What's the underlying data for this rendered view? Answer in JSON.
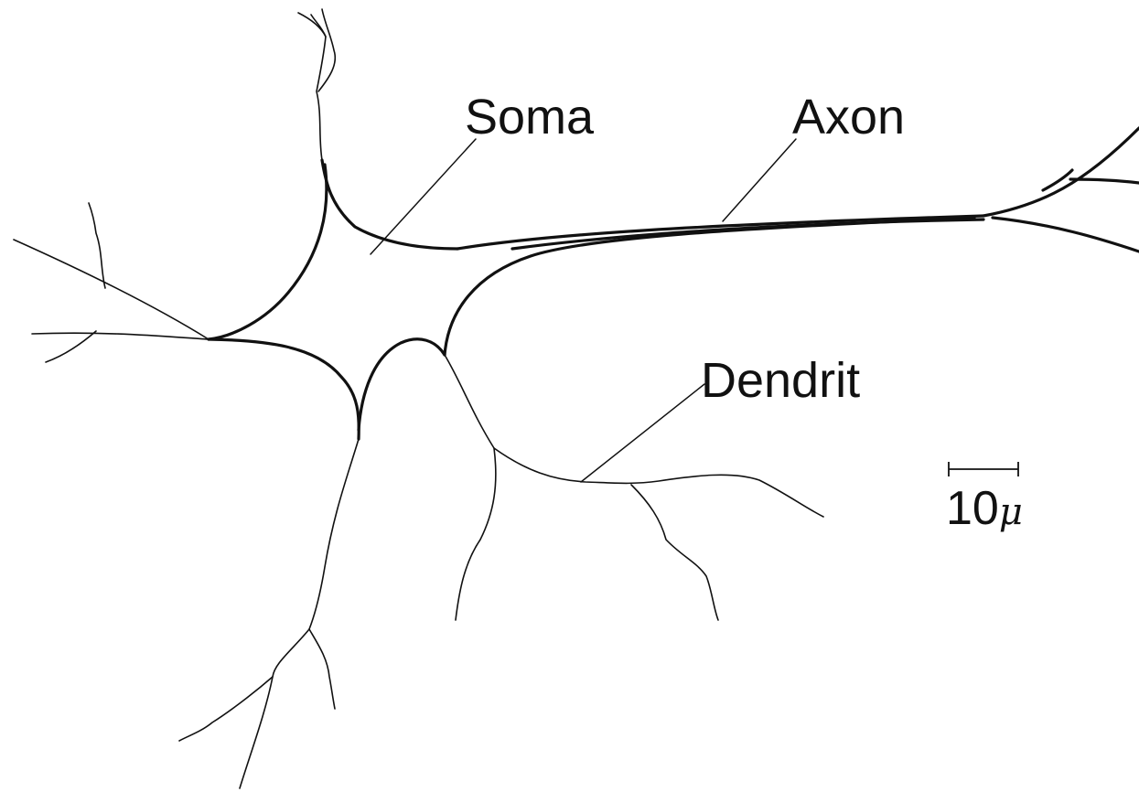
{
  "labels": {
    "soma": "Soma",
    "axon": "Axon",
    "dendrit": "Dendrit"
  },
  "scale_bar": {
    "value": "10",
    "unit": "μ"
  },
  "colors": {
    "ink": "#111111",
    "background": "#ffffff"
  }
}
